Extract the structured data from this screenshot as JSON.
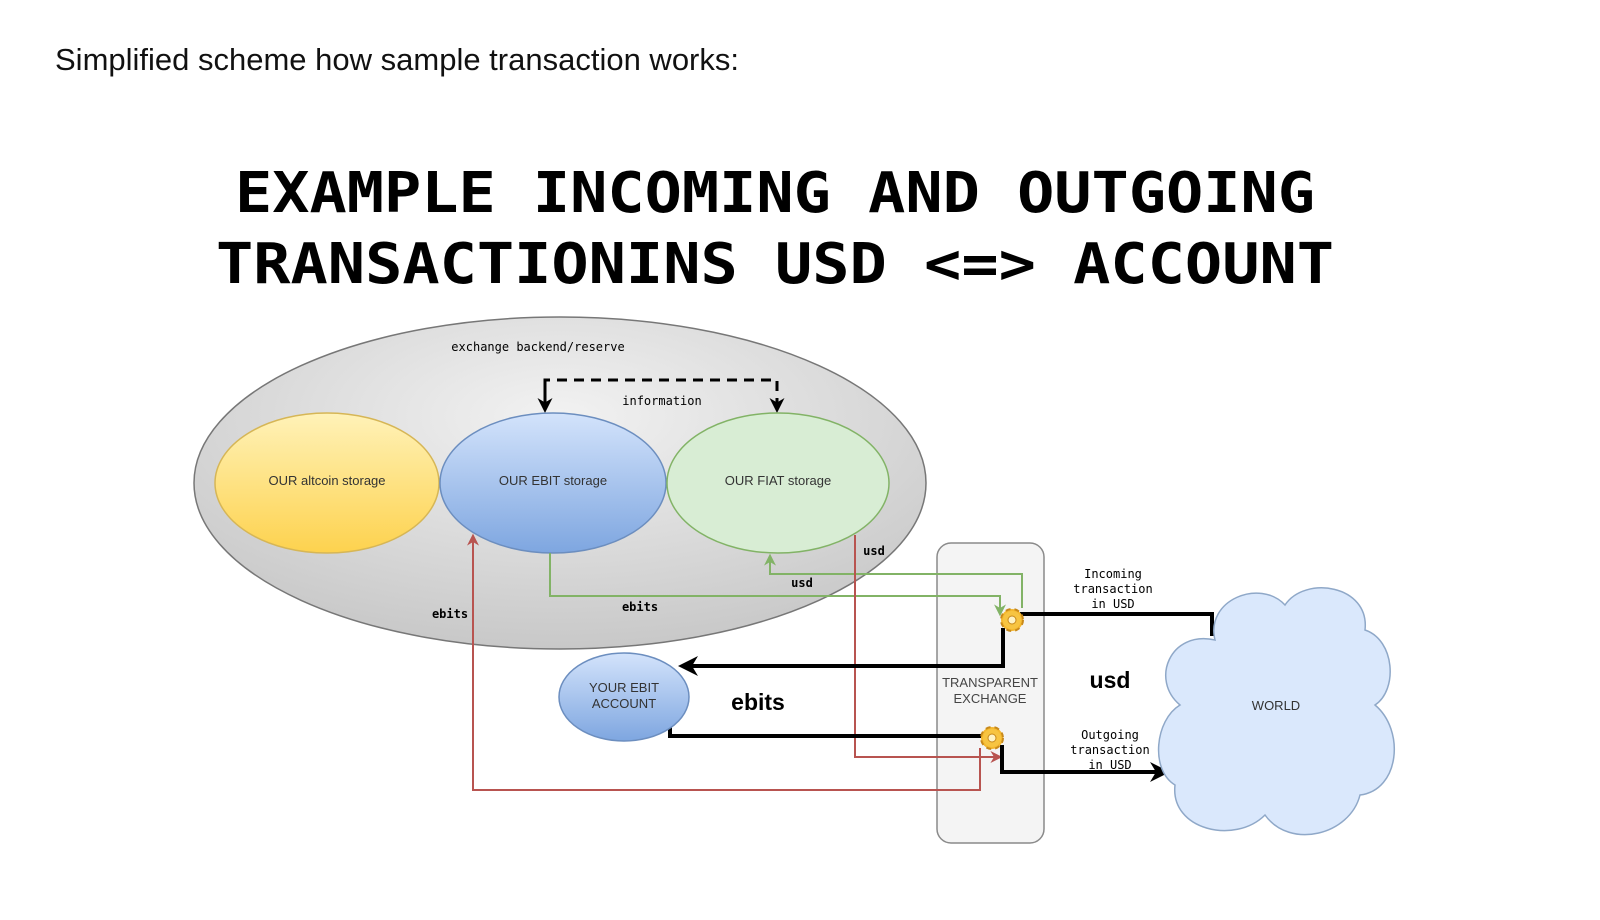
{
  "intro_text": "Simplified scheme how sample transaction works:",
  "diagram": {
    "title_line1": "EXAMPLE INCOMING AND OUTGOING",
    "title_line2": "TRANSACTIONINS USD <=> ACCOUNT",
    "backend_label": "exchange backend/reserve",
    "information_label": "information",
    "altcoin_storage": "OUR altcoin storage",
    "ebit_storage": "OUR EBIT storage",
    "fiat_storage": "OUR FIAT storage",
    "edge_labels": {
      "green_ebits": "ebits",
      "green_usd": "usd",
      "red_usd": "usd",
      "red_ebits": "ebits",
      "big_ebits": "ebits",
      "big_usd": "usd"
    },
    "your_account_line1": "YOUR EBIT",
    "your_account_line2": "ACCOUNT",
    "exchange_line1": "TRANSPARENT",
    "exchange_line2": "EXCHANGE",
    "world": "WORLD",
    "incoming": [
      "Incoming",
      "transaction",
      "in USD"
    ],
    "outgoing": [
      "Outgoing",
      "transaction",
      "in USD"
    ],
    "colors": {
      "backend": "#d6d6d6",
      "altcoin": "#fdd865",
      "ebit": "#8fb3e8",
      "fiat": "#d6ecd2",
      "green_line": "#82b366",
      "red_line": "#b85450",
      "cloud": "#dae8fc"
    }
  }
}
